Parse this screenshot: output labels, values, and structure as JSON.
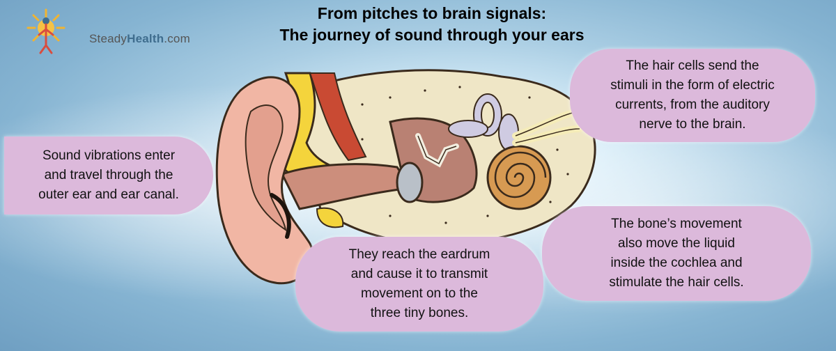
{
  "title": {
    "line1": "From pitches to brain signals:",
    "line2": "The journey of sound through your ears"
  },
  "logo": {
    "brand_regular": "Steady",
    "brand_bold": "Health",
    "suffix": ".com"
  },
  "callouts": [
    {
      "id": "outer-ear",
      "lines": [
        "Sound vibrations enter",
        "and travel through the",
        "outer ear and ear canal."
      ]
    },
    {
      "id": "auditory-nerve",
      "lines": [
        "The hair cells send the",
        "stimuli in the form of electric",
        "currents, from the auditory",
        "nerve to the brain."
      ]
    },
    {
      "id": "cochlea",
      "lines": [
        "The bone’s movement",
        "also move the liquid",
        "inside the cochlea and",
        "stimulate the hair cells."
      ]
    },
    {
      "id": "eardrum",
      "lines": [
        "They reach the eardrum",
        "and cause it to transmit",
        "movement on to the",
        "three tiny bones."
      ]
    }
  ],
  "colors": {
    "callout_bg": "#dcb9db",
    "skin": "#f1b6a4",
    "bone": "#efe6c6",
    "cartilage": "#f4d43c",
    "muscle": "#c94a33",
    "cochlea": "#d79a52",
    "canal": "#cc8e7c"
  },
  "icons": {
    "logo": "sun-figure-icon"
  }
}
